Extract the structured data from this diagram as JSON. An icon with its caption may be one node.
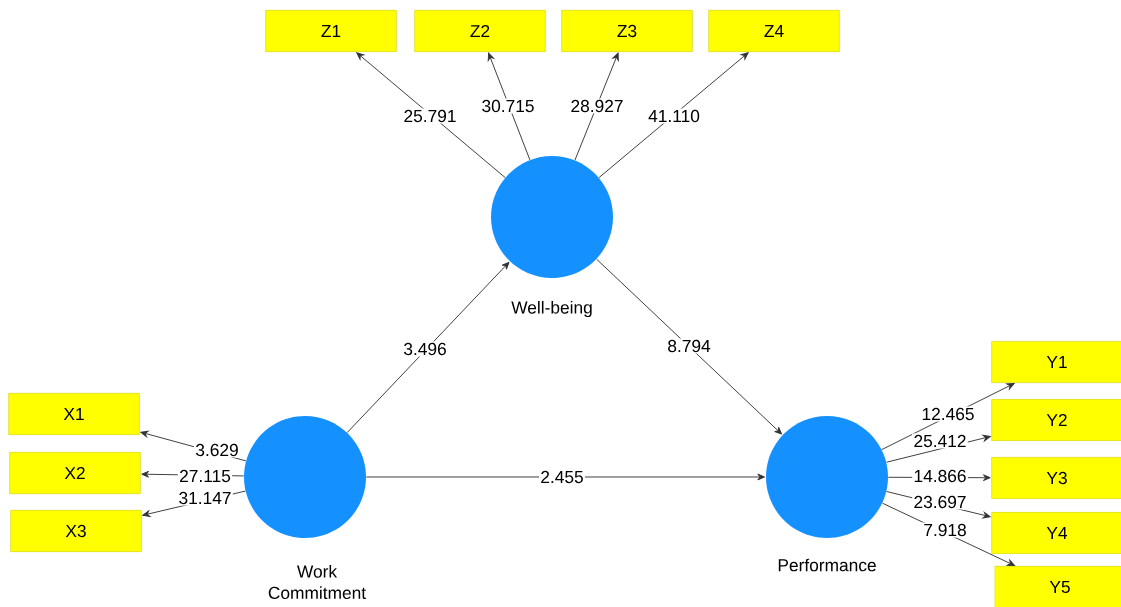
{
  "diagram": {
    "nodes": [
      {
        "text": [],
        "shape": "circle",
        "beside": [
          "Well-being"
        ]
      },
      {
        "text": [],
        "shape": "circle",
        "beside": [
          "Work Commitment"
        ]
      },
      {
        "text": [],
        "shape": "circle",
        "beside": [
          "Performance"
        ]
      },
      {
        "text": [
          "Z1"
        ]
      },
      {
        "text": [
          "Z2"
        ]
      },
      {
        "text": [
          "Z3"
        ]
      },
      {
        "text": [
          "Z4"
        ]
      },
      {
        "text": [
          "X1"
        ]
      },
      {
        "text": [
          "X2"
        ]
      },
      {
        "text": [
          "X3"
        ]
      },
      {
        "text": [
          "Y1"
        ]
      },
      {
        "text": [
          "Y2"
        ]
      },
      {
        "text": [
          "Y3"
        ]
      },
      {
        "text": [
          "Y4"
        ]
      },
      {
        "text": [
          "Y5"
        ]
      }
    ],
    "edges": [
      {
        "from": 1,
        "to": 0,
        "arrow": "to",
        "label": "3.496"
      },
      {
        "from": 0,
        "to": 2,
        "arrow": "to",
        "label": "8.794"
      },
      {
        "from": 1,
        "to": 2,
        "arrow": "to",
        "label": "2.455"
      },
      {
        "from": 0,
        "to": 3,
        "arrow": "to",
        "label": "25.791"
      },
      {
        "from": 0,
        "to": 4,
        "arrow": "to",
        "label": "30.715"
      },
      {
        "from": 0,
        "to": 5,
        "arrow": "to",
        "label": "28.927"
      },
      {
        "from": 0,
        "to": 6,
        "arrow": "to",
        "label": "41.110"
      },
      {
        "from": 1,
        "to": 7,
        "arrow": "to",
        "label": "3.629"
      },
      {
        "from": 1,
        "to": 8,
        "arrow": "to",
        "label": "27.115"
      },
      {
        "from": 1,
        "to": 9,
        "arrow": "to",
        "label": "31.147"
      },
      {
        "from": 2,
        "to": 10,
        "arrow": "to",
        "label": "12.465"
      },
      {
        "from": 2,
        "to": 11,
        "arrow": "to",
        "label": "25.412"
      },
      {
        "from": 2,
        "to": 12,
        "arrow": "to",
        "label": "14.866"
      },
      {
        "from": 2,
        "to": 13,
        "arrow": "to",
        "label": "23.697"
      },
      {
        "from": 2,
        "to": 14,
        "arrow": "to",
        "label": "7.918"
      }
    ]
  }
}
